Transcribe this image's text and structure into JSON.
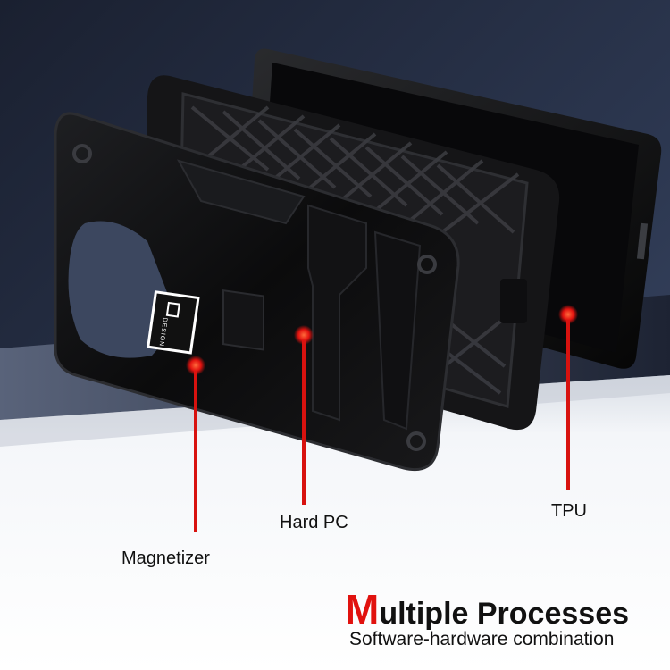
{
  "labels": {
    "magnetizer": "Magnetizer",
    "hard_pc": "Hard PC",
    "tpu": "TPU"
  },
  "brand_badge": {
    "text": "DESIGN"
  },
  "headline": {
    "first_letter": "M",
    "rest": "ultiple Processes",
    "subtitle": "Software-hardware combination"
  },
  "colors": {
    "accent": "#e1120f",
    "background_top": "#1f2636",
    "floor": "#eef1f5",
    "case": "#0c0c0d"
  }
}
